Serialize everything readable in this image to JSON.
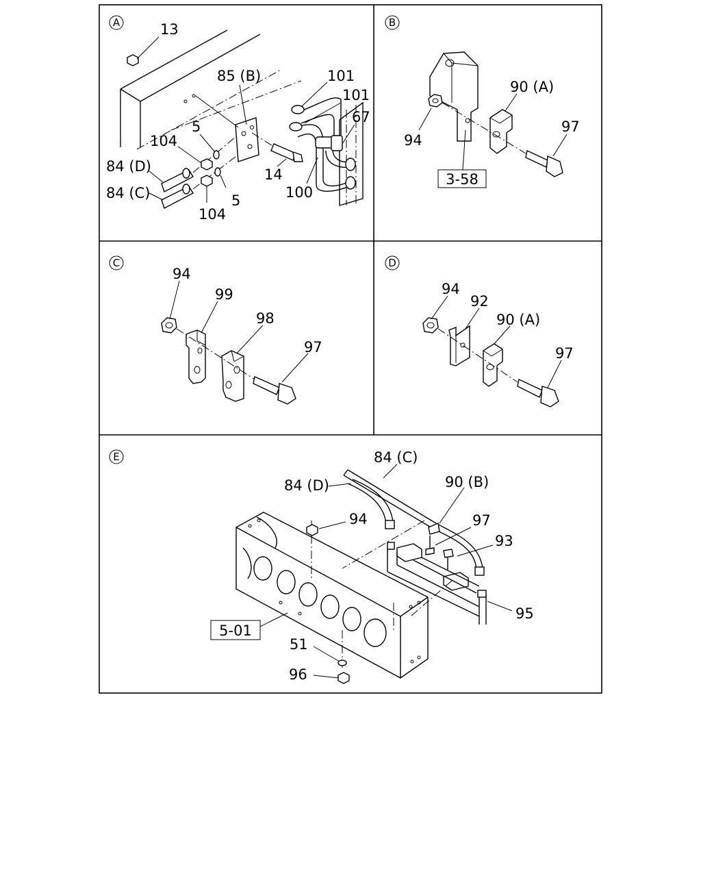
{
  "panels": {
    "A": {
      "letter": "A",
      "labels": {
        "n13": "13",
        "n85b": "85 (B)",
        "n101a": "101",
        "n101b": "101",
        "n67": "67",
        "n5a": "5",
        "n104a": "104",
        "n84d": "84 (D)",
        "n84c": "84 (C)",
        "n14": "14",
        "n100": "100",
        "n5b": "5",
        "n104b": "104"
      }
    },
    "B": {
      "letter": "B",
      "labels": {
        "n90a": "90 (A)",
        "n94": "94",
        "n97": "97",
        "ref": "3-58"
      }
    },
    "C": {
      "letter": "C",
      "labels": {
        "n94": "94",
        "n99": "99",
        "n98": "98",
        "n97": "97"
      }
    },
    "D": {
      "letter": "D",
      "labels": {
        "n94": "94",
        "n92": "92",
        "n90a": "90 (A)",
        "n97": "97"
      }
    },
    "E": {
      "letter": "E",
      "labels": {
        "n84c": "84 (C)",
        "n84d": "84 (D)",
        "n90b": "90 (B)",
        "n94": "94",
        "n97": "97",
        "n93": "93",
        "n95": "95",
        "ref": "5-01",
        "n51": "51",
        "n96": "96"
      }
    }
  }
}
